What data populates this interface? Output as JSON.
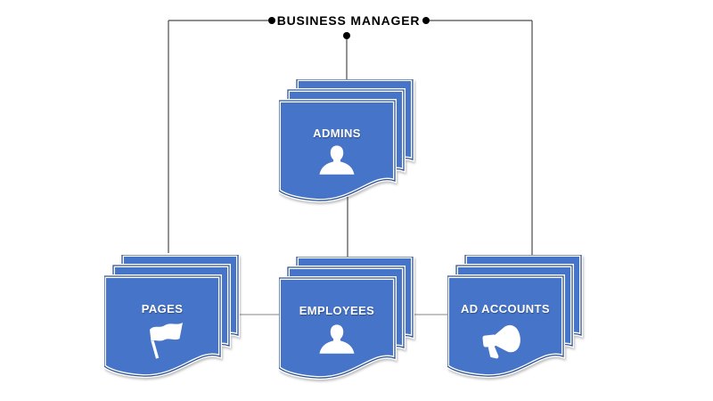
{
  "title": {
    "label": "BUSINESS MANAGER"
  },
  "nodes": [
    {
      "id": "admins",
      "label": "ADMINS",
      "icon": "person-icon"
    },
    {
      "id": "pages",
      "label": "PAGES",
      "icon": "flag-icon"
    },
    {
      "id": "employees",
      "label": "EMPLOYEES",
      "icon": "person-icon"
    },
    {
      "id": "ad-accounts",
      "label": "AD ACCOUNTS",
      "icon": "megaphone-icon"
    }
  ],
  "connections": [
    {
      "from": "business-manager",
      "to": "pages"
    },
    {
      "from": "business-manager",
      "to": "admins"
    },
    {
      "from": "business-manager",
      "to": "ad-accounts"
    },
    {
      "from": "admins",
      "to": "employees"
    },
    {
      "from": "pages",
      "to": "employees"
    },
    {
      "from": "employees",
      "to": "ad-accounts"
    }
  ],
  "colors": {
    "card_fill": "#4674C8",
    "card_outline": "#31538F",
    "connector_dark": "#4A4A4A",
    "connector_light": "#9E9E9E",
    "dot": "#000000",
    "label_text": "#FFFFFF",
    "title_text": "#000000"
  }
}
